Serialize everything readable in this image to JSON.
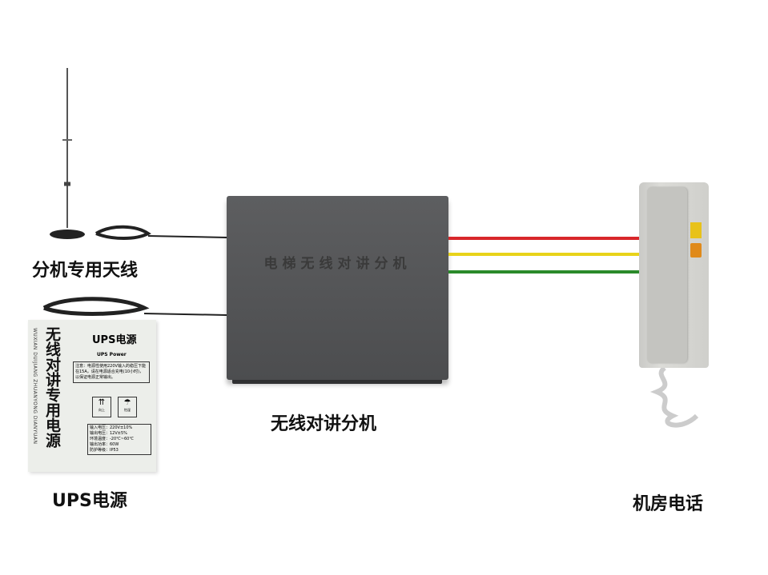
{
  "labels": {
    "antenna": "分机专用天线",
    "device": "无线对讲分机",
    "ups": "UPS电源",
    "phone": "机房电话"
  },
  "device": {
    "panel_text": "电梯无线对讲分机"
  },
  "ups_box": {
    "vertical_title": "无线对讲专用电源",
    "pinyin": "WUXIAN DUIJIANG ZHUANYONG DIANYUAN",
    "brand": "UPS电源",
    "brand_sub": "UPS Power",
    "notice": "注意：电源性使用220V输入的稳压下能在15A，请在电源适合充电(10小时)，以保证电源正常输出。",
    "icon_labels": [
      "向上",
      "怕湿"
    ],
    "specs": [
      "输入电压：220V±10%",
      "输出电压：12V±5%",
      "环境温度：-20℃~60℃",
      "输出功率：60W",
      "防护等级：IP53"
    ]
  },
  "colors": {
    "wire_red": "#d8262a",
    "wire_yellow": "#e8d31a",
    "wire_green": "#2a8a2a",
    "device": "#545557"
  }
}
